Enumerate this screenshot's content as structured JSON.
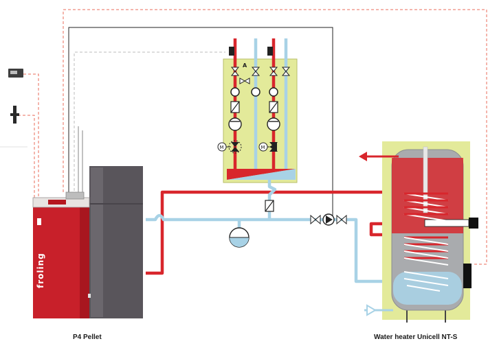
{
  "boiler": {
    "caption": "P4 Pellet",
    "brand": "froling"
  },
  "water_heater": {
    "caption": "Water heater Unicell NT-S"
  },
  "module": {
    "valve_label": "A",
    "motor_label": "M"
  },
  "colors": {
    "supply": "#d8262c",
    "return": "#a8d2e6",
    "module_bg": "#e3ea9a",
    "boiler_red": "#c8202a",
    "boiler_grey": "#59555b",
    "tank_grey": "#a9abae",
    "control_line": "#e96b5a"
  },
  "icons": [
    "room-sensor-icon",
    "outdoor-sensor-icon",
    "pump-icon",
    "check-valve-icon",
    "mixing-valve-icon",
    "expansion-vessel-icon",
    "ball-valve-icon",
    "flow-arrow-icon"
  ]
}
